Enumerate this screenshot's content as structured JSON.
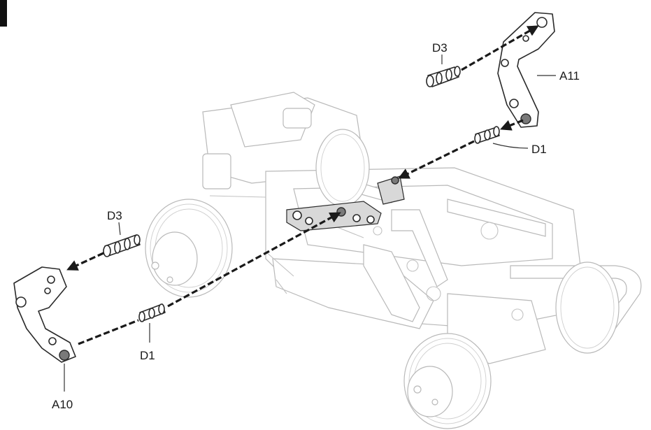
{
  "labels": {
    "a11": "A11",
    "a10": "A10",
    "d3_top": "D3",
    "d3_left": "D3",
    "d1_right": "D1",
    "d1_left": "D1"
  },
  "colors": {
    "ink": "#1a1a1a",
    "ghost": "#b9b9b9",
    "step_block": "#111111"
  },
  "icons": [
    "step-marker-block",
    "arrow-head"
  ]
}
